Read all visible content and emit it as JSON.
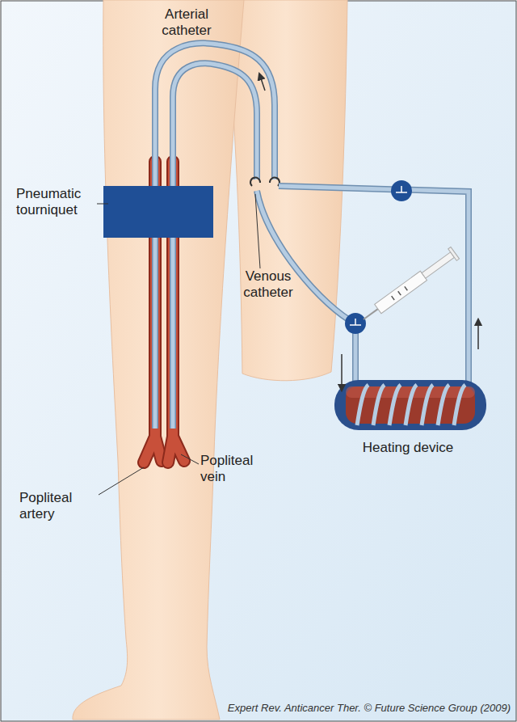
{
  "diagram": {
    "caption": "Expert Rev. Anticancer Ther. © Future Science Group (2009)",
    "labels": [
      "Arterial catheter",
      "Pneumatic tourniquet",
      "Venous catheter",
      "Popliteal artery",
      "Popliteal vein",
      "Heating device"
    ]
  }
}
